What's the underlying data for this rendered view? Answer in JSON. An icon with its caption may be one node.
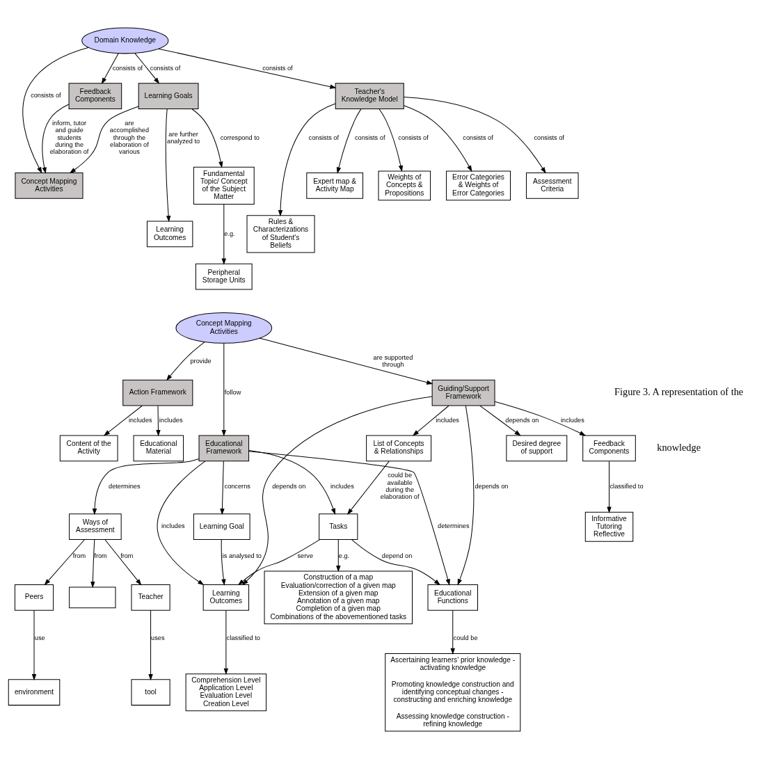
{
  "diagram": {
    "nodes": [
      {
        "text": [
          "Domain Knowledge"
        ]
      },
      {
        "text": [
          "Learning Goals"
        ]
      },
      {
        "text": [
          "Concept Mapping Activities"
        ]
      },
      {
        "text": [
          "Feedback Components"
        ]
      },
      {
        "text": [
          "Teacher's Knowledge Model"
        ]
      },
      {
        "text": [
          "Fundamental Topic/ Concept of the Subject Matter"
        ]
      },
      {
        "text": [
          "Learning Outcomes"
        ]
      },
      {
        "text": [
          "Peripheral Storage Units"
        ]
      },
      {
        "text": [
          "Expert map & Activity Map"
        ]
      },
      {
        "text": [
          "Weights of Concepts & Propositions"
        ]
      },
      {
        "text": [
          "Error Categories & Weights of Error Categories"
        ]
      },
      {
        "text": [
          "Assessment Criteria"
        ]
      },
      {
        "text": [
          "Rules & Characterizations of Student's Beliefs"
        ]
      },
      {
        "text": [
          "Concept Mapping Activities"
        ]
      },
      {
        "text": [
          "Action Framework"
        ]
      },
      {
        "text": [
          "Educational Framework"
        ]
      },
      {
        "text": [
          "Guiding/Support Framework"
        ]
      },
      {
        "text": [
          "Content of the Activity"
        ]
      },
      {
        "text": [
          "Educational Material"
        ]
      },
      {
        "text": [
          "Learning Goal"
        ]
      },
      {
        "text": [
          "Learning Outcomes"
        ]
      },
      {
        "text": [
          "Educational Functions"
        ]
      },
      {
        "text": [
          "Ways of Assessment"
        ]
      },
      {
        "text": [
          "List of Concepts & Relationships"
        ]
      },
      {
        "text": [
          "Desired degree of support"
        ]
      },
      {
        "text": [
          "Tasks"
        ]
      },
      {
        "text": [
          "Comprehension Level",
          "Application Level",
          "Evaluation Level",
          "Creation Level"
        ]
      },
      {
        "text": [
          "Ascertaining learners' prior knowledge - activating knowledge",
          "Promoting knowledge construction and identifying conceptual changes - constructing and enriching knowledge",
          "Assessing knowledge construction - refining knowledge"
        ]
      },
      {
        "text": [],
        "shape": "box"
      },
      {
        "text": [
          "Teacher"
        ]
      },
      {
        "text": [
          "Peers"
        ]
      },
      {
        "text": [
          "Feedback Components"
        ]
      },
      {
        "text": [
          "Construction of a map",
          "Evaluation/correction of a given map",
          "Extension of a given map",
          "Annotation of a given map",
          "Completion of a given map",
          "Combinations of the abovementioned tasks"
        ]
      },
      {
        "text": [
          "tool"
        ]
      },
      {
        "text": [
          "environment"
        ]
      },
      {
        "text": [
          "Informative",
          "Tutoring",
          "Reflective"
        ]
      }
    ],
    "edges": [
      {
        "from": 0,
        "to": 1,
        "arrow": "to",
        "label": "consists of"
      },
      {
        "from": 0,
        "to": 2,
        "arrow": "to",
        "label": "consists of"
      },
      {
        "from": 0,
        "to": 3,
        "arrow": "to",
        "label": "consists of"
      },
      {
        "from": 0,
        "to": 4,
        "arrow": "to",
        "label": "consists of"
      },
      {
        "from": 1,
        "to": 2,
        "arrow": "to",
        "label": "are accomplished through the elaboration of various"
      },
      {
        "from": 3,
        "to": 2,
        "arrow": "to",
        "label": "inform, tutor and guide students during the elaboration of"
      },
      {
        "from": 1,
        "to": 5,
        "arrow": "to",
        "label": "correspond to"
      },
      {
        "from": 1,
        "to": 6,
        "arrow": "to",
        "label": "are further analyzed to"
      },
      {
        "from": 5,
        "to": 7,
        "arrow": "to",
        "label": "e.g."
      },
      {
        "from": 4,
        "to": 8,
        "arrow": "to",
        "label": "consists of"
      },
      {
        "from": 4,
        "to": 9,
        "arrow": "to",
        "label": "consists of"
      },
      {
        "from": 4,
        "to": 10,
        "arrow": "to",
        "label": "consists of"
      },
      {
        "from": 4,
        "to": 11,
        "arrow": "to",
        "label": "consists of"
      },
      {
        "from": 4,
        "to": 12,
        "arrow": "to",
        "label": "consists of"
      },
      {
        "from": 13,
        "to": 15,
        "arrow": "to",
        "label": "follow"
      },
      {
        "from": 13,
        "to": 14,
        "arrow": "to",
        "label": "provide"
      },
      {
        "from": 13,
        "to": 16,
        "arrow": "to",
        "label": "are supported through"
      },
      {
        "from": 14,
        "to": 17,
        "arrow": "to",
        "label": "includes"
      },
      {
        "from": 14,
        "to": 18,
        "arrow": "to",
        "label": "includes"
      },
      {
        "from": 15,
        "to": 19,
        "arrow": "to",
        "label": "concerns"
      },
      {
        "from": 15,
        "to": 20,
        "arrow": "to",
        "label": "includes"
      },
      {
        "from": 15,
        "to": 25,
        "arrow": "to",
        "label": "includes"
      },
      {
        "from": 15,
        "to": 21,
        "arrow": "to",
        "label": "determines"
      },
      {
        "from": 15,
        "to": 22,
        "arrow": "to",
        "label": "determines"
      },
      {
        "from": 19,
        "to": 20,
        "arrow": "to",
        "label": "is analysed to"
      },
      {
        "from": 16,
        "to": 20,
        "arrow": "to",
        "label": "depends on"
      },
      {
        "from": 16,
        "to": 21,
        "arrow": "to",
        "label": "depends on"
      },
      {
        "from": 16,
        "to": 23,
        "arrow": "to",
        "label": "includes"
      },
      {
        "from": 16,
        "to": 31,
        "arrow": "to",
        "label": "includes"
      },
      {
        "from": 16,
        "to": 24,
        "arrow": "to",
        "label": "depends on"
      },
      {
        "from": 20,
        "to": 26,
        "arrow": "to",
        "label": "classified to"
      },
      {
        "from": 25,
        "to": 20,
        "arrow": "to",
        "label": "serve"
      },
      {
        "from": 25,
        "to": 21,
        "arrow": "to",
        "label": "depend on"
      },
      {
        "from": 21,
        "to": 27,
        "arrow": "to",
        "label": "could be"
      },
      {
        "from": 22,
        "to": 28,
        "arrow": "to",
        "label": "from"
      },
      {
        "from": 22,
        "to": 29,
        "arrow": "to",
        "label": "from"
      },
      {
        "from": 22,
        "to": 30,
        "arrow": "to",
        "label": "from"
      },
      {
        "from": 29,
        "to": 33,
        "arrow": "to",
        "label": "uses"
      },
      {
        "from": 30,
        "to": 34,
        "arrow": "to",
        "label": "use"
      },
      {
        "from": 31,
        "to": 35,
        "arrow": "to",
        "label": "classified to"
      },
      {
        "from": 25,
        "to": 32,
        "arrow": "to",
        "label": "e.g."
      },
      {
        "from": 23,
        "to": 25,
        "arrow": "to",
        "label": "could be available during the elaboration of"
      }
    ],
    "labels": [
      "Figure 3. A representation of the",
      "knowledge"
    ]
  }
}
